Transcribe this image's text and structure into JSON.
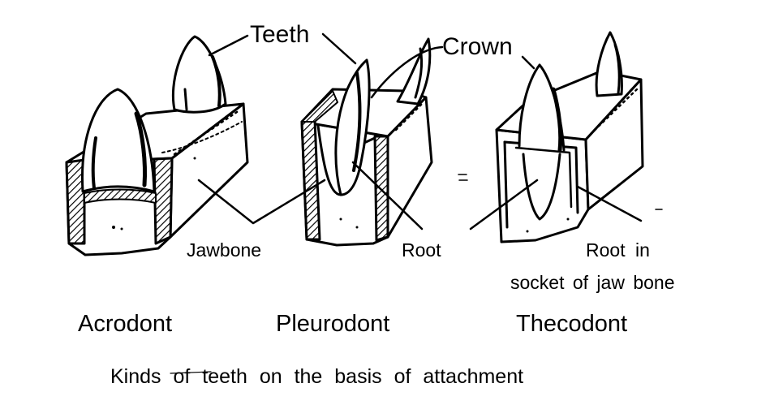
{
  "labels": {
    "teeth": "Teeth",
    "crown": "Crown",
    "jawbone": "Jawbone",
    "root": "Root",
    "root_in_line1": "Root  in",
    "root_in_line2": "socket  of  jaw  bone"
  },
  "types": {
    "acrodont": "Acrodont",
    "pleurodont": "Pleurodont",
    "thecodont": "Thecodont"
  },
  "caption": "Kinds of teeth on the basis of attachment",
  "colors": {
    "ink": "#000000",
    "paper": "#ffffff"
  }
}
